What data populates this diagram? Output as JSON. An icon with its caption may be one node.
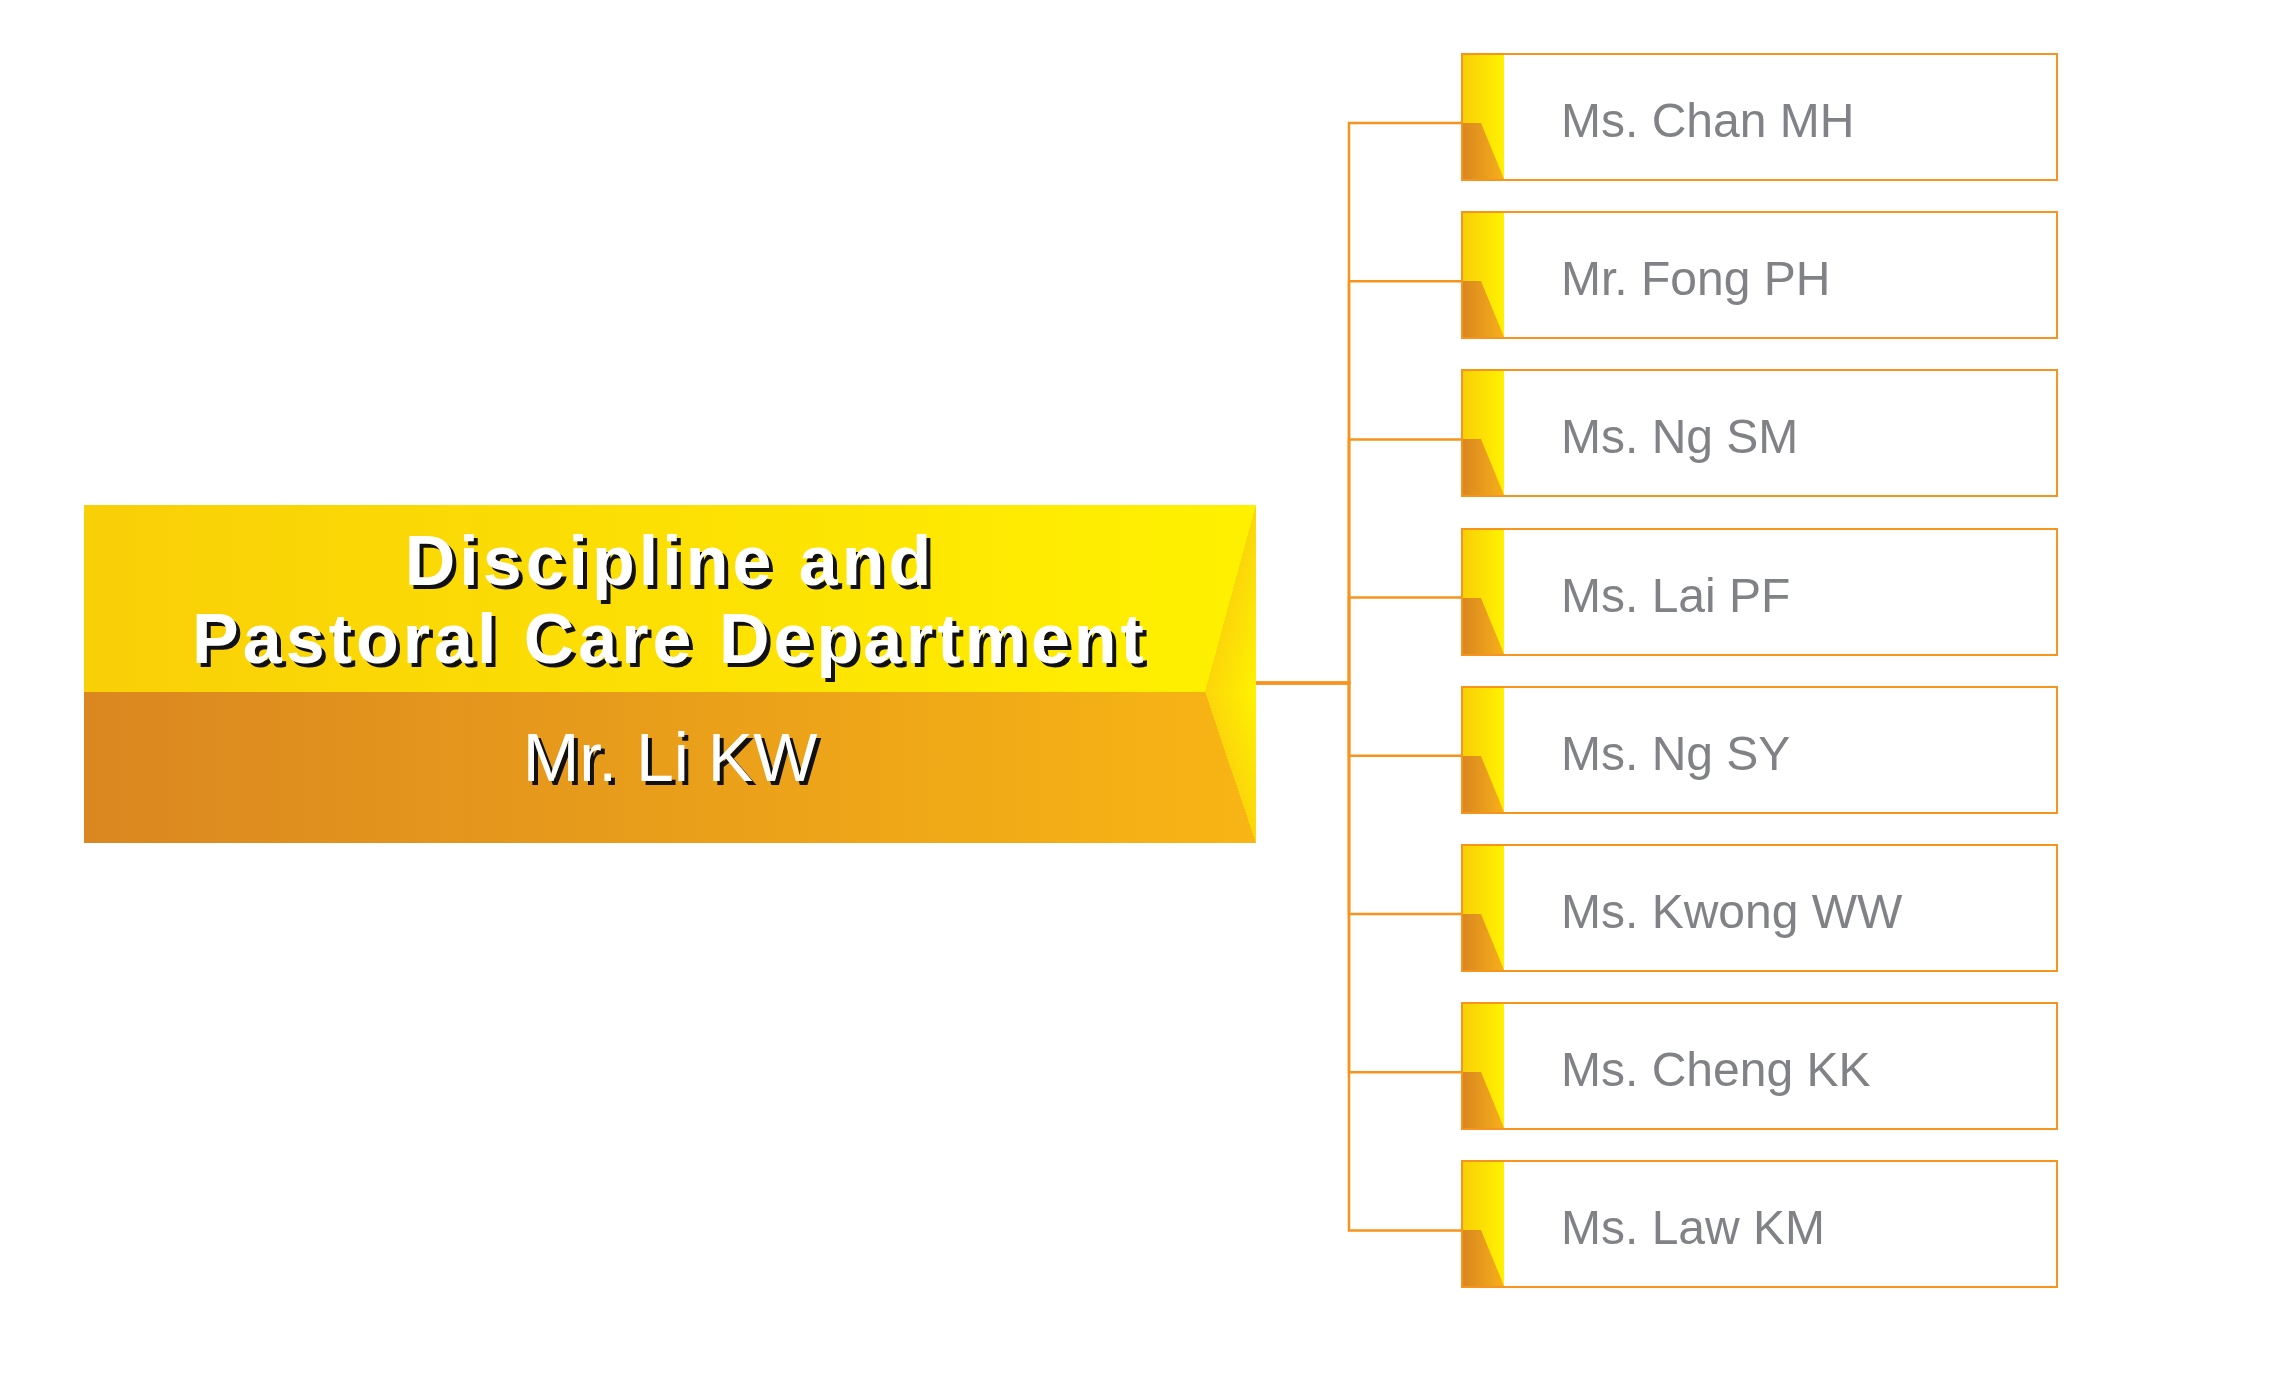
{
  "diagram": {
    "nodes": [
      {
        "text": [
          "Discipline and Pastoral Care Department",
          "Mr. Li KW"
        ]
      },
      {
        "text": [
          "Ms. Chan MH"
        ]
      },
      {
        "text": [
          "Mr. Fong PH"
        ]
      },
      {
        "text": [
          "Ms. Ng SM"
        ]
      },
      {
        "text": [
          "Ms. Lai PF"
        ]
      },
      {
        "text": [
          "Ms. Ng SY"
        ]
      },
      {
        "text": [
          "Ms. Kwong WW"
        ]
      },
      {
        "text": [
          "Ms. Cheng KK"
        ]
      },
      {
        "text": [
          "Ms. Law KM"
        ]
      }
    ],
    "edges": [
      {
        "from": 0,
        "to": 1,
        "arrow": "none"
      },
      {
        "from": 0,
        "to": 2,
        "arrow": "none"
      },
      {
        "from": 0,
        "to": 3,
        "arrow": "none"
      },
      {
        "from": 0,
        "to": 4,
        "arrow": "none"
      },
      {
        "from": 0,
        "to": 5,
        "arrow": "none"
      },
      {
        "from": 0,
        "to": 6,
        "arrow": "none"
      },
      {
        "from": 0,
        "to": 7,
        "arrow": "none"
      },
      {
        "from": 0,
        "to": 8,
        "arrow": "none"
      }
    ]
  }
}
